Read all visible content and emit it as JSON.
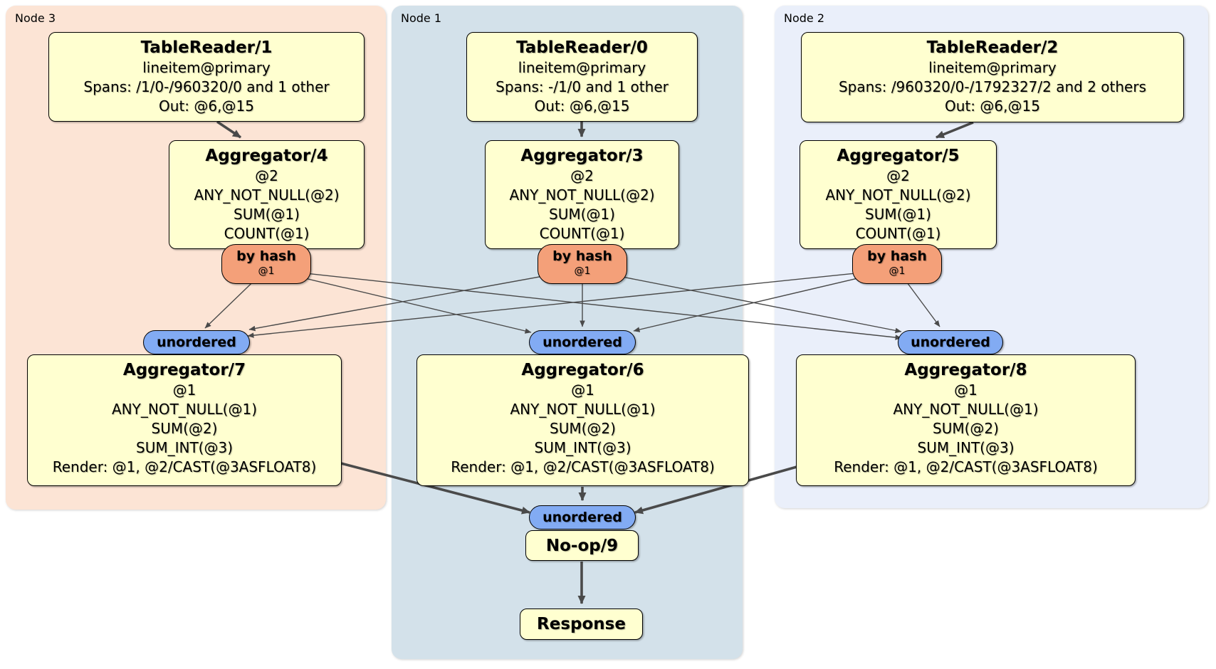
{
  "regions": {
    "node3": {
      "label": "Node 3"
    },
    "node1": {
      "label": "Node 1"
    },
    "node2": {
      "label": "Node 2"
    }
  },
  "nodes": {
    "tr1": {
      "title": "TableReader/1",
      "lines": [
        "lineitem@primary",
        "Spans: /1/0-/960320/0 and 1 other",
        "Out: @6,@15"
      ]
    },
    "tr0": {
      "title": "TableReader/0",
      "lines": [
        "lineitem@primary",
        "Spans: -/1/0 and 1 other",
        "Out: @6,@15"
      ]
    },
    "tr2": {
      "title": "TableReader/2",
      "lines": [
        "lineitem@primary",
        "Spans: /960320/0-/1792327/2 and 2 others",
        "Out: @6,@15"
      ]
    },
    "agg4": {
      "title": "Aggregator/4",
      "lines": [
        "@2",
        "ANY_NOT_NULL(@2)",
        "SUM(@1)",
        "COUNT(@1)"
      ]
    },
    "agg3": {
      "title": "Aggregator/3",
      "lines": [
        "@2",
        "ANY_NOT_NULL(@2)",
        "SUM(@1)",
        "COUNT(@1)"
      ]
    },
    "agg5": {
      "title": "Aggregator/5",
      "lines": [
        "@2",
        "ANY_NOT_NULL(@2)",
        "SUM(@1)",
        "COUNT(@1)"
      ]
    },
    "agg7": {
      "title": "Aggregator/7",
      "lines": [
        "@1",
        "ANY_NOT_NULL(@1)",
        "SUM(@2)",
        "SUM_INT(@3)",
        "Render: @1, @2/CAST(@3ASFLOAT8)"
      ]
    },
    "agg6": {
      "title": "Aggregator/6",
      "lines": [
        "@1",
        "ANY_NOT_NULL(@1)",
        "SUM(@2)",
        "SUM_INT(@3)",
        "Render: @1, @2/CAST(@3ASFLOAT8)"
      ]
    },
    "agg8": {
      "title": "Aggregator/8",
      "lines": [
        "@1",
        "ANY_NOT_NULL(@1)",
        "SUM(@2)",
        "SUM_INT(@3)",
        "Render: @1, @2/CAST(@3ASFLOAT8)"
      ]
    },
    "noop": {
      "title": "No-op/9"
    },
    "response": {
      "title": "Response"
    }
  },
  "routers": {
    "bh3": {
      "label": "by hash",
      "sub": "@1"
    },
    "bh1": {
      "label": "by hash",
      "sub": "@1"
    },
    "bh2": {
      "label": "by hash",
      "sub": "@1"
    }
  },
  "streams": {
    "uL": {
      "label": "unordered"
    },
    "uM": {
      "label": "unordered"
    },
    "uR": {
      "label": "unordered"
    },
    "uB": {
      "label": "unordered"
    }
  },
  "colors": {
    "region_node3": "#fce4d5",
    "region_node1": "#d3e1ea",
    "region_node2": "#eaeffa",
    "node_fill": "#ffffd0",
    "router_fill": "#f4a079",
    "stream_fill": "#82abf3",
    "edge": "#4a4a4a"
  }
}
